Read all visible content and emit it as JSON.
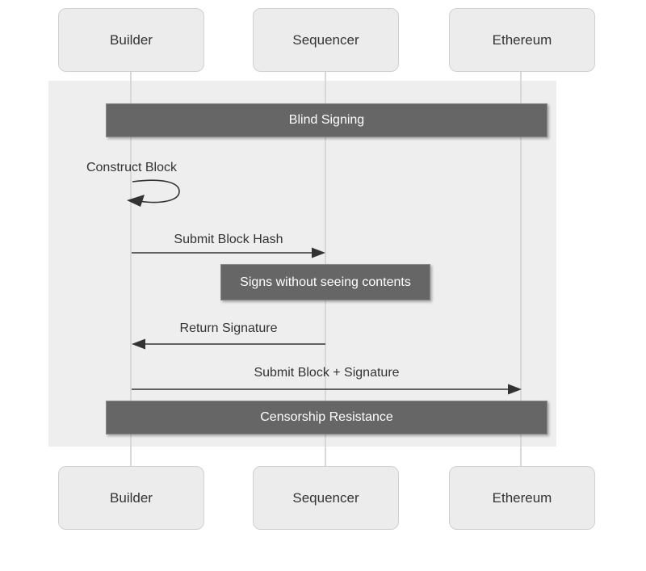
{
  "diagram": {
    "actors": [
      "Builder",
      "Sequencer",
      "Ethereum"
    ],
    "phase_bars": [
      {
        "title": "Blind Signing"
      },
      {
        "title": "Censorship Resistance"
      }
    ],
    "messages": [
      {
        "label": "Construct Block",
        "kind": "self-loop",
        "from": "Builder",
        "to": "Builder"
      },
      {
        "label": "Submit Block Hash",
        "kind": "solid-arrow",
        "from": "Builder",
        "to": "Sequencer"
      },
      {
        "label": "Return Signature",
        "kind": "solid-arrow",
        "from": "Sequencer",
        "to": "Builder"
      },
      {
        "label": "Submit Block + Signature",
        "kind": "solid-arrow",
        "from": "Builder",
        "to": "Ethereum"
      }
    ],
    "note": {
      "label": "Signs without seeing contents",
      "over": "Sequencer"
    },
    "colors": {
      "bar_fill": "#666666",
      "bar_text": "#ffffff",
      "actor_fill": "#ececec",
      "actor_border": "#d0d0d0",
      "highlight_fill": "#eeeeee",
      "lifeline": "#d8d8d8",
      "line": "#333333",
      "text": "#333333"
    }
  }
}
